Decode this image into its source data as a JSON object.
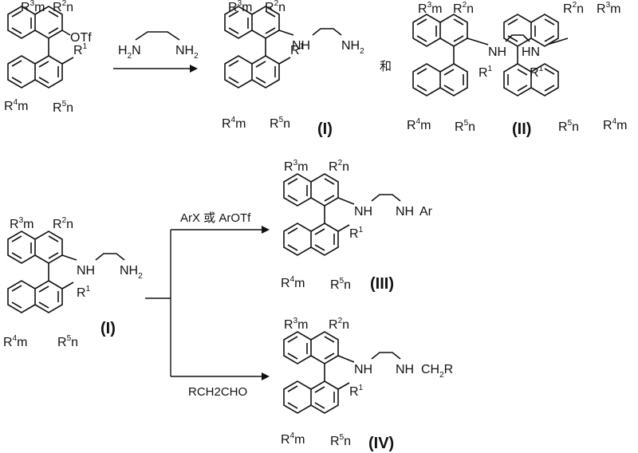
{
  "labels": {
    "otf": "OTf",
    "nh": "NH",
    "hn": "HN",
    "nh2": "NH",
    "h2n": "H",
    "r1": "R",
    "r2n": "R",
    "r3m": "R",
    "r4m": "R",
    "r5n": "R",
    "sup1": "1",
    "sup2": "2",
    "sup3": "3",
    "sup4": "4",
    "sup5": "5",
    "m": "m",
    "n": "n",
    "sub2": "2",
    "ar": "Ar",
    "ch2r": "CH",
    "r_tail": "R"
  },
  "reagents": {
    "ethylenediamine_left": "H",
    "ethylenediamine_n": "N",
    "ethylenediamine_right": "NH",
    "sub2": "2",
    "arx_or_arotf": "ArX 或 ArOTf",
    "aldehyde": "RCH2CHO"
  },
  "conjunction": "和",
  "compounds": [
    "(I)",
    "(II)",
    "(III)",
    "(IV)"
  ]
}
